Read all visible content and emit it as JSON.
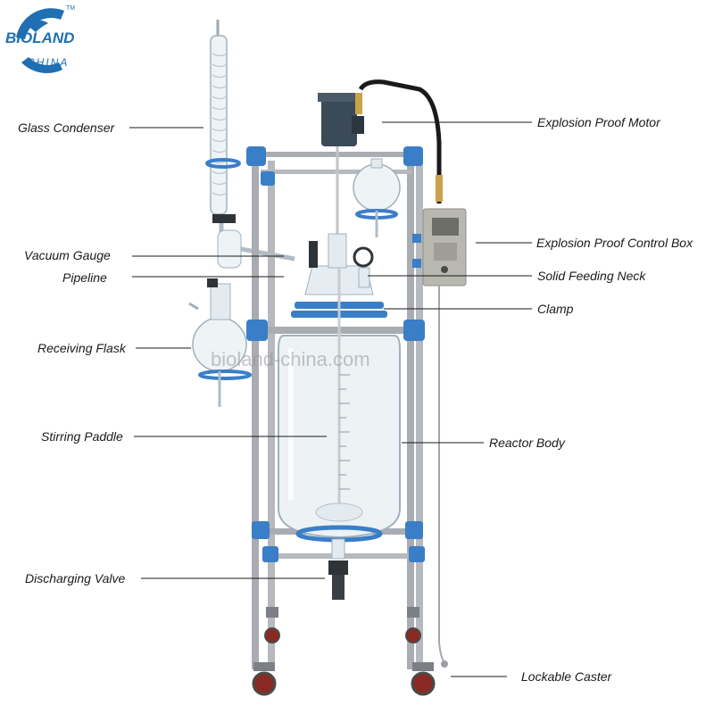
{
  "logo": {
    "name": "BIOLAND",
    "sub": "CHINA",
    "tm": "TM",
    "color": "#1f6fb2"
  },
  "watermark": "bioland-china.com",
  "labels": {
    "glass_condenser": "Glass Condenser",
    "vacuum_gauge": "Vacuum Gauge",
    "pipeline": "Pipeline",
    "receiving_flask": "Receiving Flask",
    "stirring_paddle": "Stirring Paddle",
    "discharging_valve": "Discharging Valve",
    "explosion_proof_motor": "Explosion Proof Motor",
    "explosion_proof_control_box": "Explosion Proof Control Box",
    "solid_feeding_neck": "Solid Feeding Neck",
    "clamp": "Clamp",
    "reactor_body": "Reactor Body",
    "lockable_caster": "Lockable Caster"
  },
  "colors": {
    "frame": "#a9acb0",
    "clamp_blue": "#3a7ec8",
    "motor": "#3b4a57",
    "glass": "#dfe8ef",
    "control_box": "#b8b8b0",
    "caster": "#8a2a22"
  }
}
